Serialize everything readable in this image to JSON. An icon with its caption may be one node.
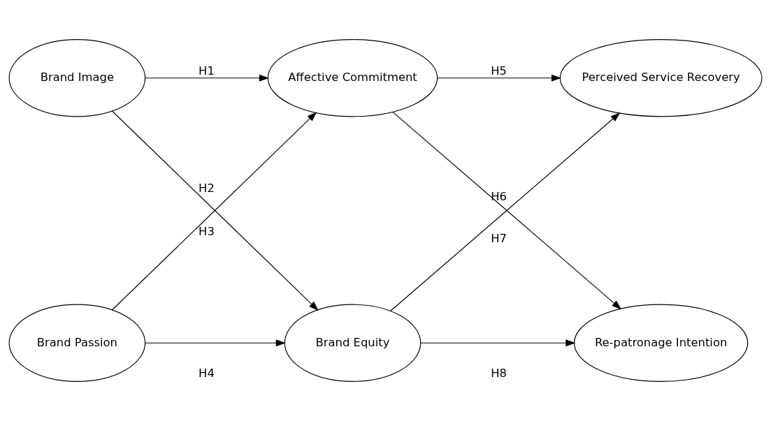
{
  "diagram": {
    "nodes": [
      {
        "text": [
          "Brand Image"
        ]
      },
      {
        "text": [
          "Affective Commitment"
        ]
      },
      {
        "text": [
          "Perceived Service Recovery"
        ]
      },
      {
        "text": [
          "Brand Passion"
        ]
      },
      {
        "text": [
          "Brand Equity"
        ]
      },
      {
        "text": [
          "Re-patronage Intention"
        ]
      }
    ],
    "edges": [
      {
        "from": 0,
        "to": 1,
        "arrow": "to",
        "label": "H1"
      },
      {
        "from": 0,
        "to": 4,
        "arrow": "to",
        "label": "H2"
      },
      {
        "from": 3,
        "to": 1,
        "arrow": "to",
        "label": "H3"
      },
      {
        "from": 3,
        "to": 4,
        "arrow": "to",
        "label": "H4"
      },
      {
        "from": 1,
        "to": 2,
        "arrow": "to",
        "label": "H5"
      },
      {
        "from": 1,
        "to": 5,
        "arrow": "to",
        "label": "H6"
      },
      {
        "from": 4,
        "to": 2,
        "arrow": "to",
        "label": "H7"
      },
      {
        "from": 4,
        "to": 5,
        "arrow": "to",
        "label": "H8"
      }
    ]
  }
}
